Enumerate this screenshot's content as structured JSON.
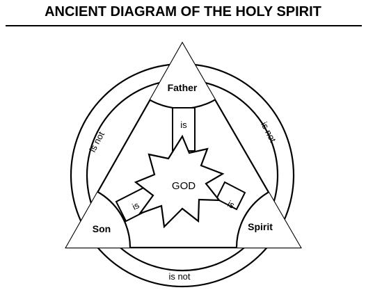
{
  "title": "ANCIENT DIAGRAM OF THE HOLY SPIRIT",
  "nodes": {
    "father": "Father",
    "son": "Son",
    "spirit": "Spirit",
    "center": "GOD"
  },
  "relations": {
    "is": "is",
    "is_not": "is not"
  },
  "colors": {
    "ink": "#000000",
    "background": "#ffffff"
  }
}
